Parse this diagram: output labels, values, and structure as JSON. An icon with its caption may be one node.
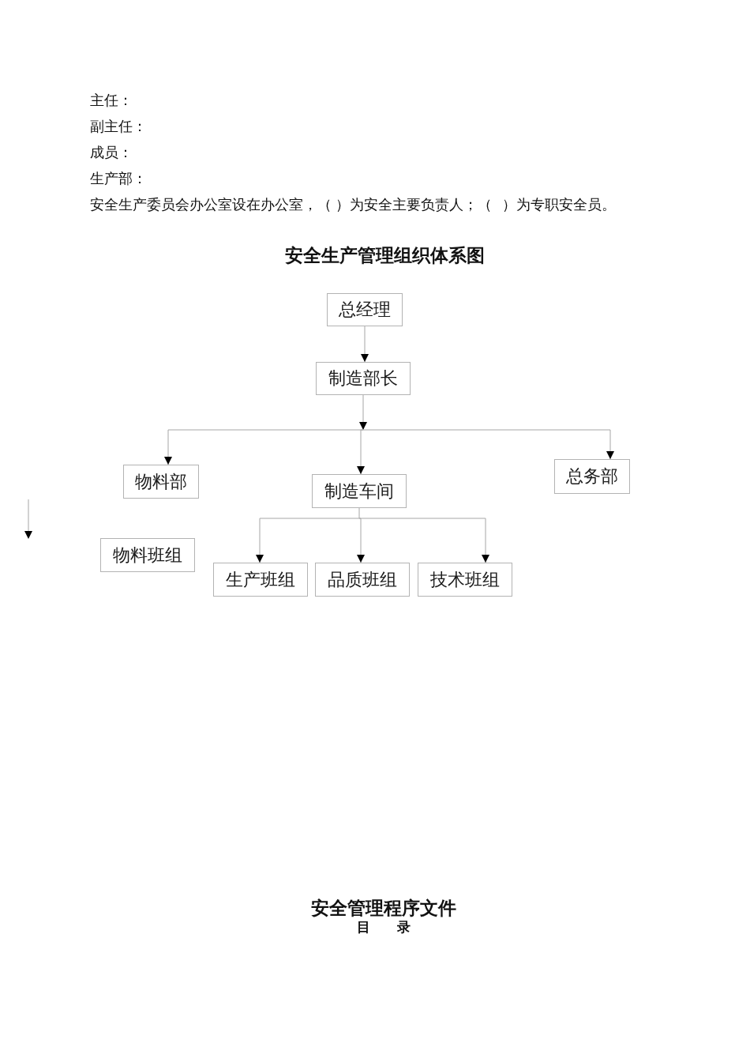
{
  "diagram": {
    "title": "安全生产管理组织体系图",
    "nodes": [
      {
        "text": [
          "总经理"
        ]
      },
      {
        "text": [
          "制造部长"
        ]
      },
      {
        "text": [
          "物料部"
        ]
      },
      {
        "text": [
          "制造车间"
        ]
      },
      {
        "text": [
          "总务部"
        ]
      },
      {
        "text": [
          "物料班组"
        ]
      },
      {
        "text": [
          "生产班组"
        ]
      },
      {
        "text": [
          "品质班组"
        ]
      },
      {
        "text": [
          "技术班组"
        ]
      }
    ],
    "edges": [
      {
        "from": 0,
        "to": 1,
        "arrow": "to"
      },
      {
        "from": 1,
        "to": 2,
        "arrow": "to"
      },
      {
        "from": 1,
        "to": 3,
        "arrow": "to"
      },
      {
        "from": 1,
        "to": 4,
        "arrow": "to"
      },
      {
        "from": 3,
        "to": 6,
        "arrow": "to"
      },
      {
        "from": 3,
        "to": 7,
        "arrow": "to"
      },
      {
        "from": 3,
        "to": 8,
        "arrow": "to"
      }
    ],
    "labels": [
      "主任：",
      "副主任：",
      "成员：",
      "生产部：",
      "安全生产委员会办公室设在办公室，（ ）为安全主要负责人；（   ）为专职安全员。",
      "安全管理程序文件",
      "目　　录"
    ]
  }
}
